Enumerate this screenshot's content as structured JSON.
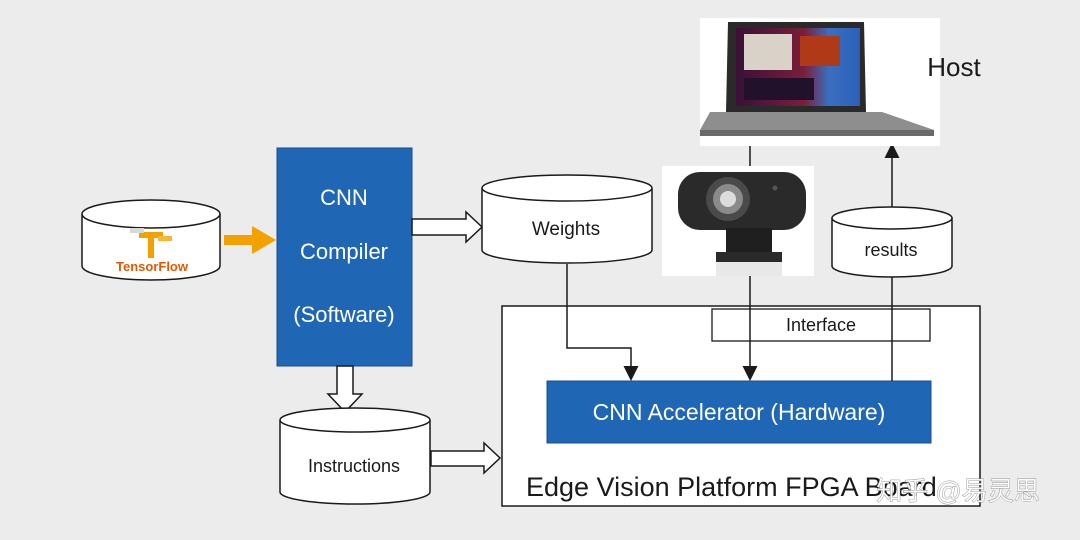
{
  "compiler": {
    "line1": "CNN",
    "line2": "Compiler",
    "line3": "(Software)"
  },
  "tensorflow": {
    "logo_label": "TensorFlow",
    "logo_mark": "TF",
    "icon": "tensorflow-logo-icon"
  },
  "weights": {
    "label": "Weights"
  },
  "instructions": {
    "label": "Instructions"
  },
  "results": {
    "label": "results"
  },
  "interface": {
    "label": "Interface"
  },
  "accelerator": {
    "label": "CNN Accelerator (Hardware)"
  },
  "board": {
    "label": "Edge Vision Platform FPGA Board"
  },
  "host": {
    "label": "Host",
    "icon": "laptop-icon"
  },
  "camera": {
    "icon": "webcam-icon"
  },
  "watermark": {
    "text": "知乎 @易灵思"
  },
  "colors": {
    "accent_blue": "#1f66b5",
    "arrow_orange": "#f2a100",
    "background": "#ececec",
    "cylinder_fill": "#ffffff",
    "line": "#1a1a1a"
  }
}
